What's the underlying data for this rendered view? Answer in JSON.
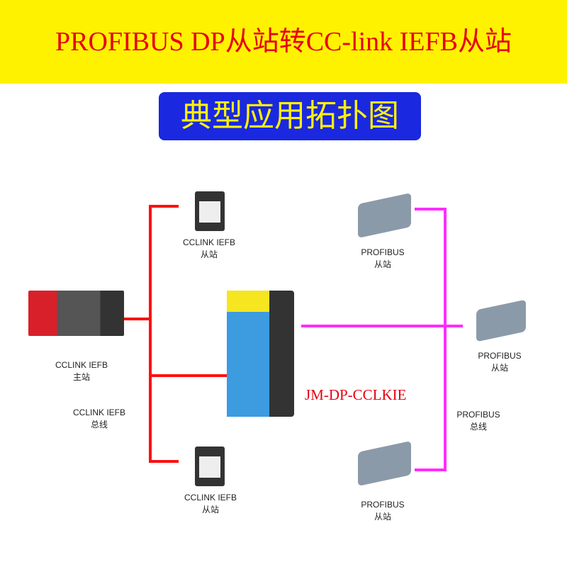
{
  "title": "PROFIBUS DP从站转CC-link IEFB从站",
  "subtitle": "典型应用拓扑图",
  "labels": {
    "cclink_slave_top": [
      "CCLINK IEFB",
      "从站"
    ],
    "cclink_master": [
      "CCLINK IEFB",
      "主站"
    ],
    "cclink_bus": [
      "CCLINK IEFB",
      "总线"
    ],
    "cclink_slave_bottom": [
      "CCLINK IEFB",
      "从站"
    ],
    "profibus_top": [
      "PROFIBUS",
      "从站"
    ],
    "profibus_right": [
      "PROFIBUS",
      "从站"
    ],
    "profibus_bottom": [
      "PROFIBUS",
      "从站"
    ],
    "profibus_bus": [
      "PROFIBUS",
      "总线"
    ]
  },
  "gateway_model": "JM-DP-CCLKIE",
  "colors": {
    "cclink_line": "#ff1010",
    "profibus_line": "#ff2cff",
    "title": "#e60012",
    "banner": "#fff200"
  }
}
